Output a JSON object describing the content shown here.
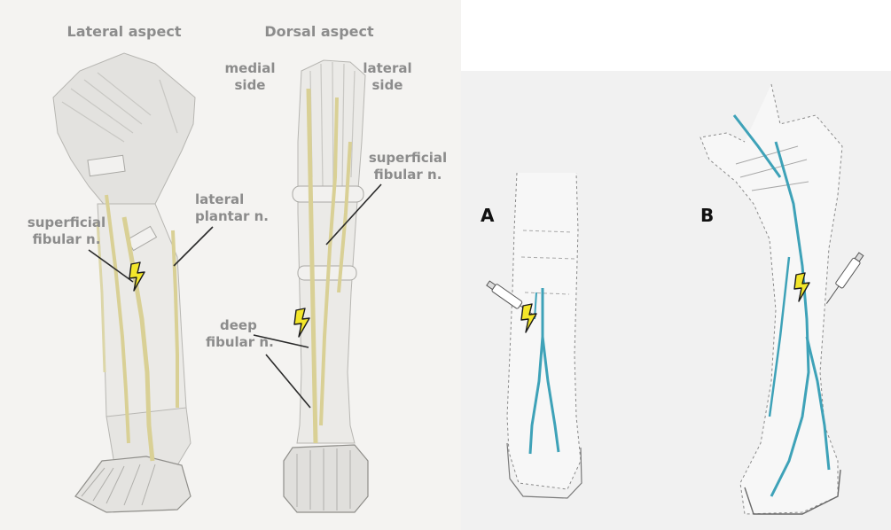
{
  "left_panel": {
    "headings": {
      "lateral_aspect": "Lateral aspect",
      "dorsal_aspect": "Dorsal aspect"
    },
    "labels": {
      "medial": [
        "medial",
        "side"
      ],
      "lateral": [
        "lateral",
        "side"
      ],
      "superficial_fibular_dorsal": [
        "superficial",
        "fibular n."
      ],
      "lateral_plantar": [
        "lateral",
        "plantar n."
      ],
      "superficial_fibular_lateral": [
        "superficial",
        "fibular n."
      ],
      "deep_fibular": [
        "deep",
        "fibular n."
      ]
    }
  },
  "right_panel": {
    "label_a": "A",
    "label_b": "B"
  },
  "colors": {
    "background_left": "#f4f3f1",
    "background_right": "#f1f1f1",
    "bone": "#ecebea",
    "nerve_yellow": "#d9d095",
    "nerve_blue": "#3ea2b8",
    "bolt_fill": "#f3e62a",
    "label_gray": "#8c8c8c"
  },
  "icons": [
    "lightning-bolt-icon",
    "syringe-icon"
  ]
}
